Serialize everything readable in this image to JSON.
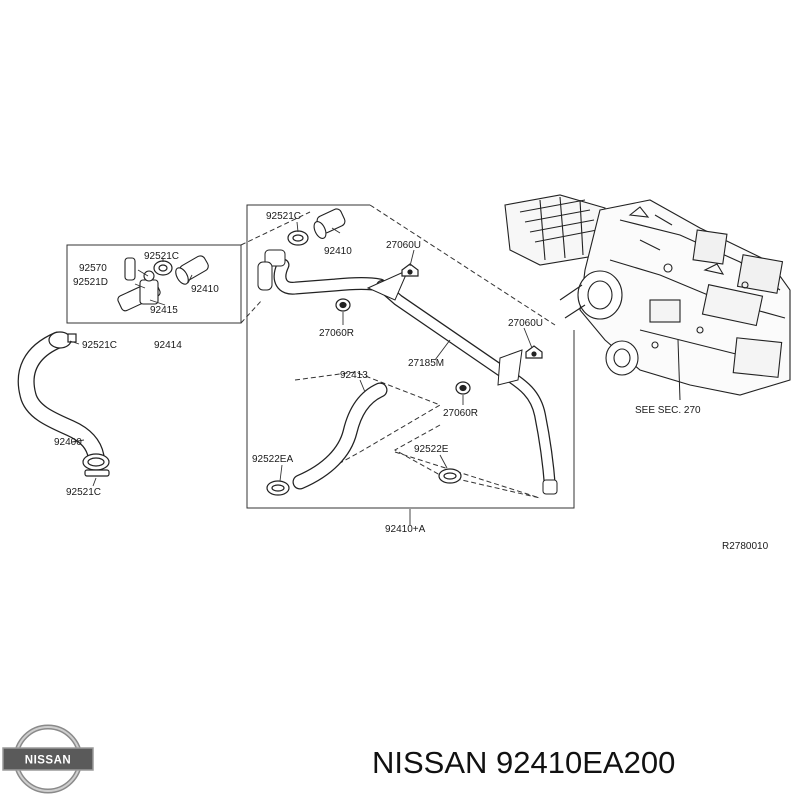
{
  "diagram": {
    "labels": {
      "l_92521c_top": "92521C",
      "l_92410_top": "92410",
      "l_27060u_top": "27060U",
      "l_92521c_left": "92521C",
      "l_92570": "92570",
      "l_92521d": "92521D",
      "l_92410_left": "92410",
      "l_92415": "92415",
      "l_92521c_mid": "92521C",
      "l_92414": "92414",
      "l_27060r_top": "27060R",
      "l_27060u_right": "27060U",
      "l_27185m": "27185M",
      "l_92413": "92413",
      "l_27060r_bottom": "27060R",
      "l_92400": "92400",
      "l_92522e": "92522E",
      "l_92522ea": "92522EA",
      "l_92521c_bottom": "92521C",
      "l_92410a": "92410+A",
      "l_see_sec": "SEE SEC. 270",
      "l_ref": "R2780010"
    }
  },
  "brand": {
    "logo_text": "NISSAN",
    "part_title": "NISSAN 92410EA200"
  }
}
